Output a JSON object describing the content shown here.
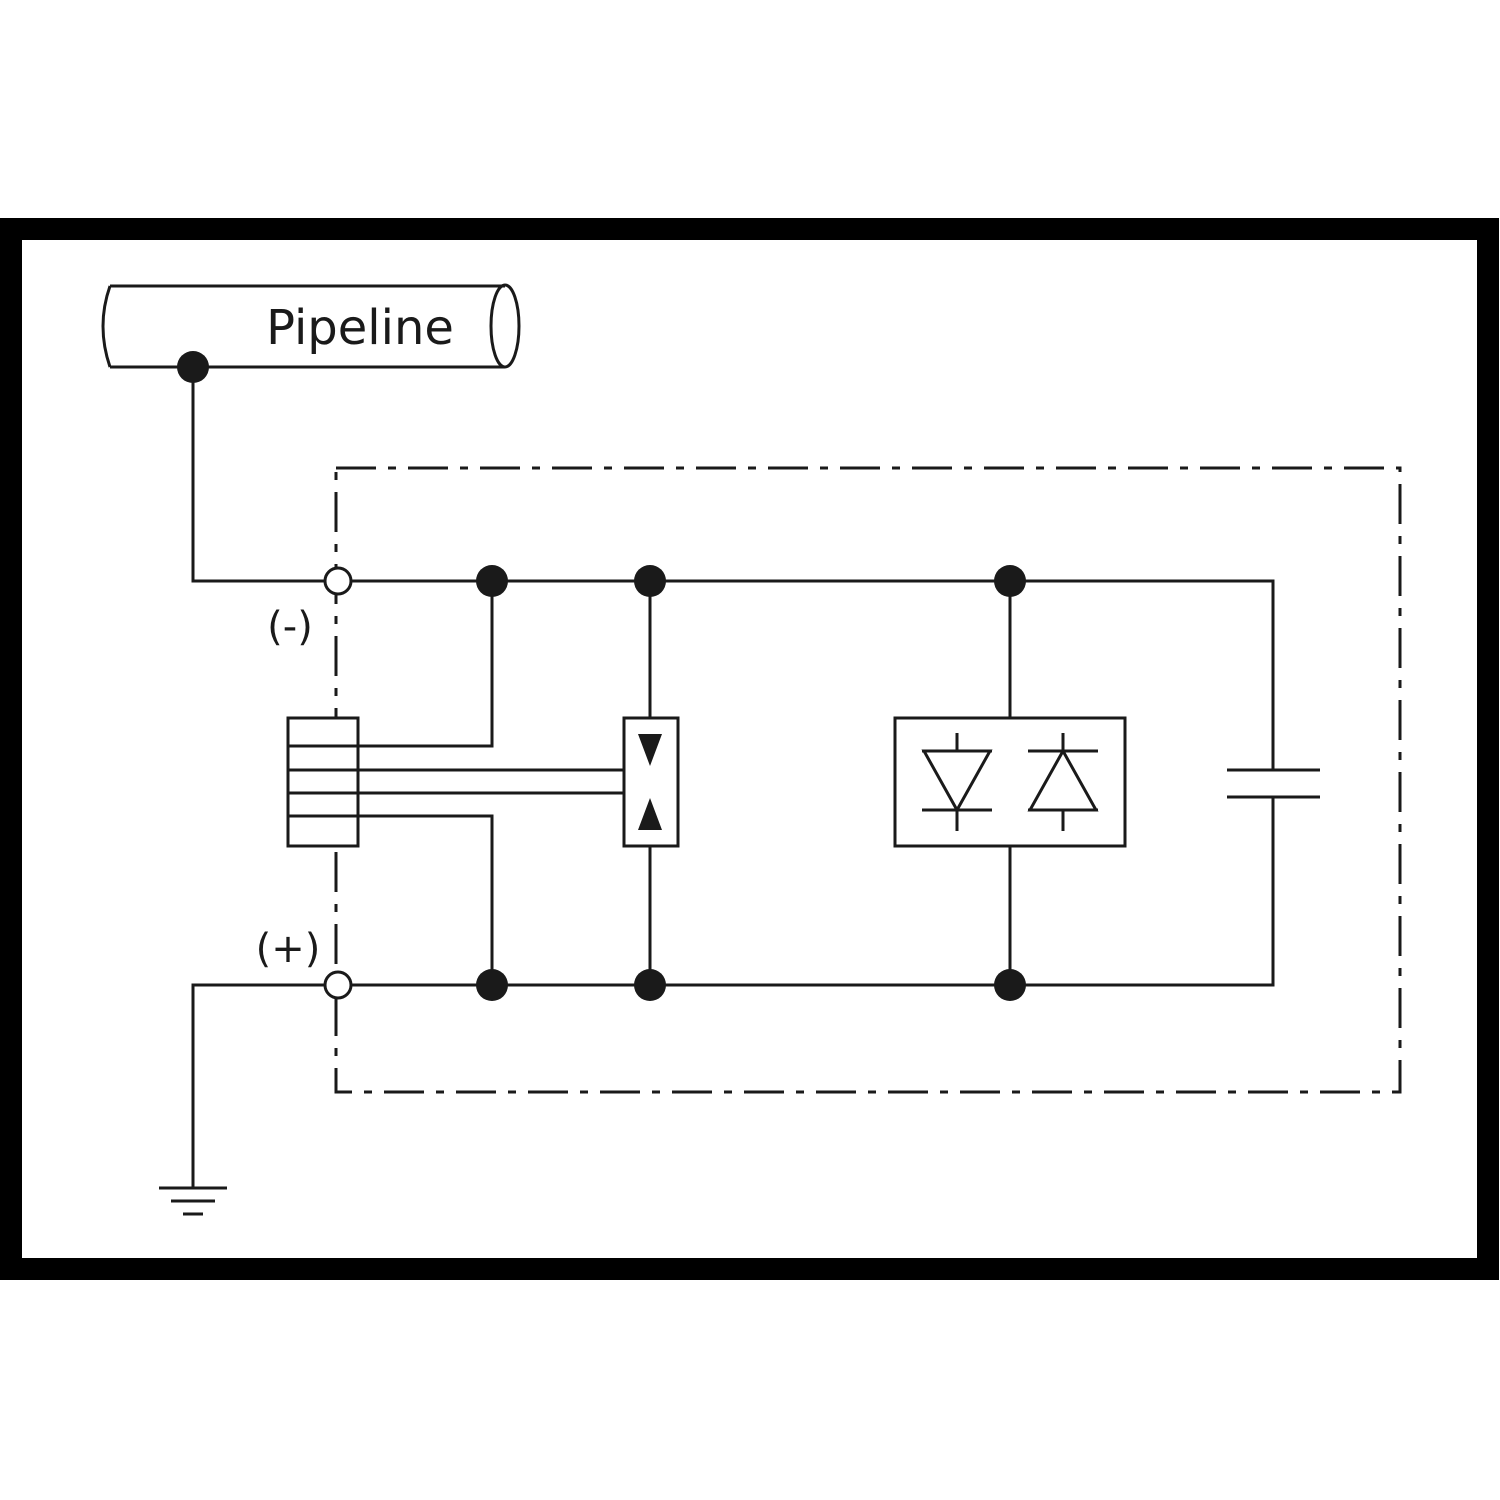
{
  "labels": {
    "pipeline": "Pipeline",
    "negative_terminal": "(-)",
    "positive_terminal": "(+)"
  },
  "colors": {
    "line": "#1a1a1a",
    "background": "#ffffff"
  },
  "symbols": [
    "pipeline-icon",
    "terminal-negative",
    "terminal-positive",
    "connector-block",
    "spark-gap",
    "anti-parallel-diodes",
    "capacitor",
    "ground-icon",
    "enclosure-boundary"
  ]
}
